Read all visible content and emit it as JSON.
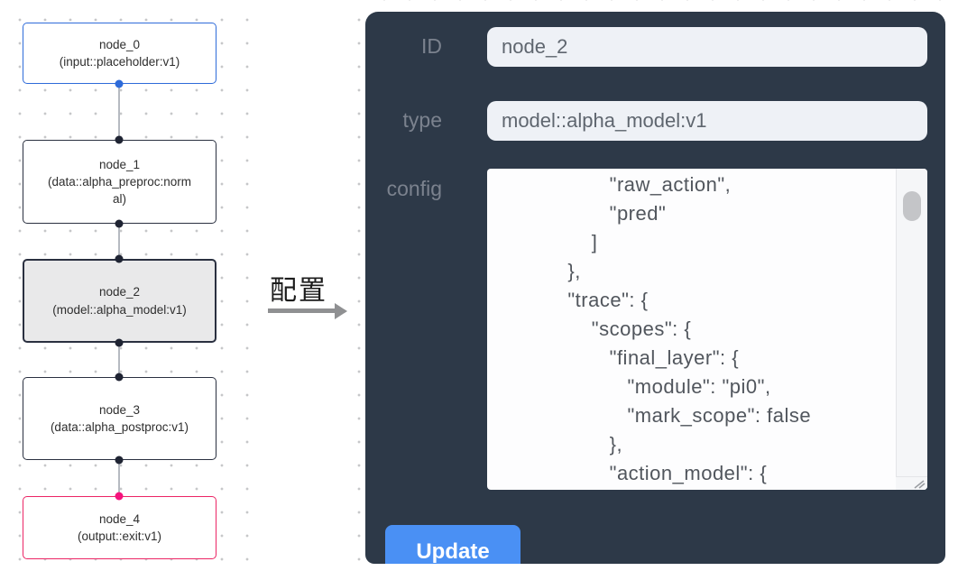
{
  "annotation": {
    "label": "配置"
  },
  "graph": {
    "selected_node": "node_2",
    "nodes": [
      {
        "name": "node_0",
        "type": "(input::placeholder:v1)"
      },
      {
        "name": "node_1",
        "type": "(data::alpha_preproc:normal)"
      },
      {
        "name": "node_2",
        "type": "(model::alpha_model:v1)"
      },
      {
        "name": "node_3",
        "type": "(data::alpha_postproc:v1)"
      },
      {
        "name": "node_4",
        "type": "(output::exit:v1)"
      }
    ]
  },
  "panel": {
    "id_label": "ID",
    "id_value": "node_2",
    "type_label": "type",
    "type_value": "model::alpha_model:v1",
    "config_label": "config",
    "config_text": "                   \"raw_action\",\n                   \"pred\"\n                ]\n            },\n            \"trace\": {\n                \"scopes\": {\n                   \"final_layer\": {\n                      \"module\": \"pi0\",\n                      \"mark_scope\": false\n                   },\n                   \"action_model\": {",
    "update_label": "Update"
  },
  "colors": {
    "panel_background": "#2d3948",
    "input_background": "#eef1f6",
    "update_button": "#4a90f4",
    "node_default_border": "#2a3040",
    "node_input_border": "#2e6bd9",
    "node_selected_background": "#e9e9ea",
    "node_output_border": "#ec2565",
    "port_pink": "#f5137d",
    "edge_gray": "#b6bac1"
  }
}
